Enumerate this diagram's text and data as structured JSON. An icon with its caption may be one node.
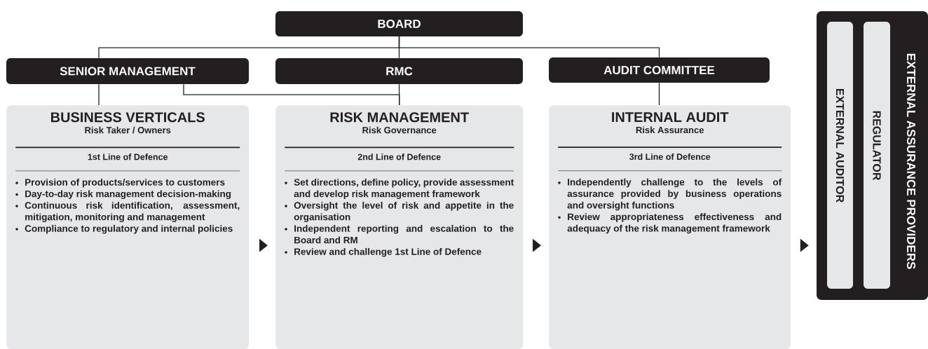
{
  "diagram": {
    "nodes": [
      {
        "text": [
          "BOARD"
        ]
      },
      {
        "text": [
          "SENIOR MANAGEMENT"
        ]
      },
      {
        "text": [
          "RMC"
        ]
      },
      {
        "text": [
          "AUDIT COMMITTEE"
        ]
      },
      {
        "text": [
          "BUSINESS VERTICALS",
          "Risk Taker / Owners",
          "1st Line of Defence",
          "Provision of products/services to customers",
          "Day-to-day risk management decision-making",
          "Continuous risk identification, assessment, mitigation, monitoring and management",
          "Compliance to regulatory and internal policies"
        ]
      },
      {
        "text": [
          "RISK MANAGEMENT",
          "Risk Governance",
          "2nd Line of Defence",
          "Set directions, define policy, provide assessment and develop risk management framework",
          "Oversight the level of risk and appetite in the organisation",
          "Independent reporting and escalation to the Board and RM",
          "Review and challenge 1st Line of Defence"
        ]
      },
      {
        "text": [
          "INTERNAL AUDIT",
          "Risk Assurance",
          "3rd Line of Defence",
          "Independently challenge to the levels of assurance provided by business operations and oversight functions",
          "Review appropriateness effectiveness and adequacy of the risk management framework"
        ]
      },
      {
        "text": [
          "EXTERNAL ASSURANCE PROVIDERS"
        ]
      },
      {
        "text": [
          "EXTERNAL AUDITOR"
        ],
        "in": 7
      },
      {
        "text": [
          "REGULATOR"
        ],
        "in": 7
      }
    ],
    "edges": [
      {
        "from": 0,
        "to": 1,
        "arrow": "none"
      },
      {
        "from": 0,
        "to": 2,
        "arrow": "none"
      },
      {
        "from": 0,
        "to": 3,
        "arrow": "none"
      },
      {
        "from": 1,
        "to": 4,
        "arrow": "none"
      },
      {
        "from": 1,
        "to": 5,
        "arrow": "none"
      },
      {
        "from": 2,
        "to": 5,
        "arrow": "none"
      },
      {
        "from": 3,
        "to": 6,
        "arrow": "none"
      },
      {
        "from": 4,
        "to": 5,
        "arrow": "to"
      },
      {
        "from": 5,
        "to": 6,
        "arrow": "to"
      },
      {
        "from": 6,
        "to": 7,
        "arrow": "to"
      }
    ]
  }
}
